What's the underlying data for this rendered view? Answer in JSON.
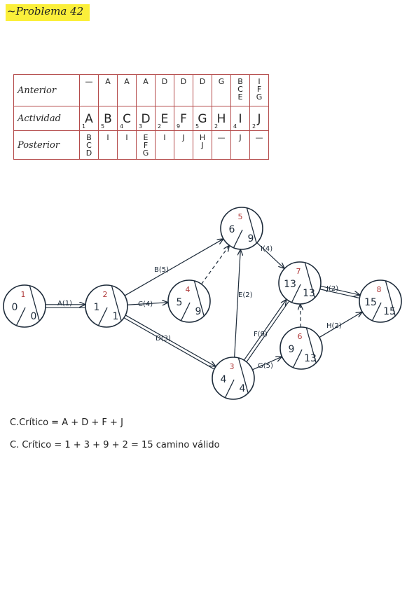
{
  "title": "~Problema 42",
  "table": {
    "row_labels": [
      "Anterior",
      "Actividad",
      "Posterior"
    ],
    "columns": [
      {
        "anterior": "—",
        "actividad": "A",
        "duracion": "1",
        "posterior": "B\nC\nD"
      },
      {
        "anterior": "A",
        "actividad": "B",
        "duracion": "5",
        "posterior": "I"
      },
      {
        "anterior": "A",
        "actividad": "C",
        "duracion": "4",
        "posterior": "I"
      },
      {
        "anterior": "A",
        "actividad": "D",
        "duracion": "3",
        "posterior": "E\nF\nG"
      },
      {
        "anterior": "D",
        "actividad": "E",
        "duracion": "2",
        "posterior": "I"
      },
      {
        "anterior": "D",
        "actividad": "F",
        "duracion": "9",
        "posterior": "J"
      },
      {
        "anterior": "D",
        "actividad": "G",
        "duracion": "5",
        "posterior": "H\nJ"
      },
      {
        "anterior": "G",
        "actividad": "H",
        "duracion": "2",
        "posterior": "—"
      },
      {
        "anterior": "B\nC\nE",
        "actividad": "I",
        "duracion": "4",
        "posterior": "J"
      },
      {
        "anterior": "I\nF\nG",
        "actividad": "J",
        "duracion": "2",
        "posterior": "—"
      }
    ]
  },
  "network": {
    "nodes": [
      {
        "id": "1",
        "es": "0",
        "lf": "0"
      },
      {
        "id": "2",
        "es": "1",
        "lf": "1"
      },
      {
        "id": "3",
        "es": "4",
        "lf": "4"
      },
      {
        "id": "4",
        "es": "5",
        "lf": "9"
      },
      {
        "id": "5",
        "es": "6",
        "lf": "9"
      },
      {
        "id": "6",
        "es": "9",
        "lf": "13"
      },
      {
        "id": "7",
        "es": "13",
        "lf": "13"
      },
      {
        "id": "8",
        "es": "15",
        "lf": "15"
      }
    ],
    "edges": [
      {
        "label": "A(1)",
        "from": "1",
        "to": "2",
        "critical": true
      },
      {
        "label": "B(5)",
        "from": "2",
        "to": "5",
        "critical": false
      },
      {
        "label": "C(4)",
        "from": "2",
        "to": "4",
        "critical": false
      },
      {
        "label": "D(3)",
        "from": "2",
        "to": "3",
        "critical": true
      },
      {
        "label": "",
        "from": "4",
        "to": "5",
        "dummy": true
      },
      {
        "label": "E(2)",
        "from": "3",
        "to": "5",
        "critical": false
      },
      {
        "label": "F(9)",
        "from": "3",
        "to": "7",
        "critical": true
      },
      {
        "label": "G(5)",
        "from": "3",
        "to": "6",
        "critical": false
      },
      {
        "label": "I(4)",
        "from": "5",
        "to": "7",
        "critical": false
      },
      {
        "label": "",
        "from": "6",
        "to": "7",
        "dummy": true
      },
      {
        "label": "H(2)",
        "from": "6",
        "to": "8",
        "critical": false
      },
      {
        "label": "J(2)",
        "from": "7",
        "to": "8",
        "critical": true
      }
    ]
  },
  "critical_path": "C.Crítico = A + D + F + J",
  "critical_sum": "C. Crítico = 1 + 3 + 9 + 2 = 15 camino válido",
  "colors": {
    "title_highlight": "#fbef3a",
    "table_border": "#b44a4a",
    "node_number": "#b03a3a",
    "ink": "#1d2b3a"
  }
}
